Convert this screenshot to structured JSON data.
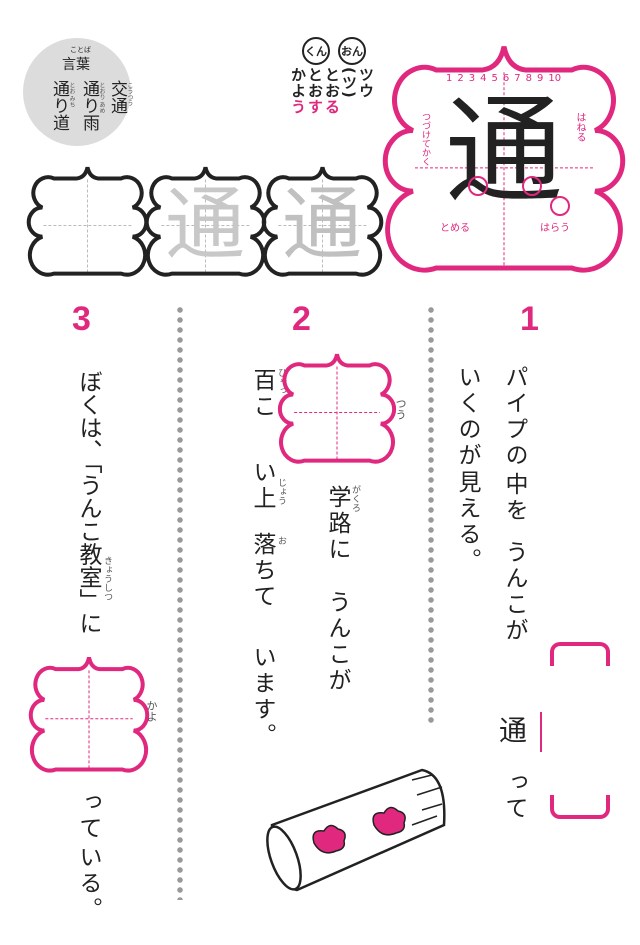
{
  "kanji": "通",
  "colors": {
    "accent": "#e0287f",
    "ink": "#222222",
    "guide": "#bbbbbb",
    "badge_bg": "#dcdcdc"
  },
  "words_badge": {
    "title": "言葉",
    "title_ruby": "ことば",
    "words": [
      {
        "text": "交通",
        "ruby": "こうつう"
      },
      {
        "text": "通り雨",
        "ruby": "とおり あめ"
      },
      {
        "text": "通り道",
        "ruby": "とお みち"
      }
    ]
  },
  "readings": {
    "kun_label": "くん",
    "on_label": "おん",
    "on": [
      "ツウ",
      "(ツ)"
    ],
    "kun": [
      {
        "stem": "とお",
        "okurigana": "る"
      },
      {
        "stem": "とお",
        "okurigana": "す"
      },
      {
        "stem": "かよ",
        "okurigana": "う"
      }
    ]
  },
  "stroke_guide": {
    "numbers": [
      "1",
      "2",
      "3",
      "4",
      "5",
      "6",
      "7",
      "8",
      "9",
      "10"
    ],
    "notes": {
      "tsuzukete": "つづけてかく",
      "tomeru": "とめる",
      "haneru": "はねる",
      "harau": "はらう"
    }
  },
  "practice": {
    "trace_char": "通"
  },
  "questions": [
    {
      "number": "1",
      "col1": [
        "パイプの",
        "中を",
        "うんこが"
      ],
      "answer": "通",
      "after": "って",
      "col2": [
        "いくのが",
        "見える。"
      ]
    },
    {
      "number": "2",
      "before": "百こ",
      "blank_ruby": "つう",
      "after_blank": [
        "学路に",
        "うんこが"
      ],
      "after_ruby": "がくろ",
      "col2": [
        "い上",
        "落ちて",
        "います。"
      ],
      "col2_ruby": [
        "じょう",
        "お"
      ],
      "before_ruby": "ひゃっ"
    },
    {
      "number": "3",
      "col1": "ぼくは、「うんこ教室」に",
      "col1_ruby": "きょうしつ",
      "blank_ruby": "かよ",
      "after": [
        "って",
        "いる。"
      ]
    }
  ]
}
